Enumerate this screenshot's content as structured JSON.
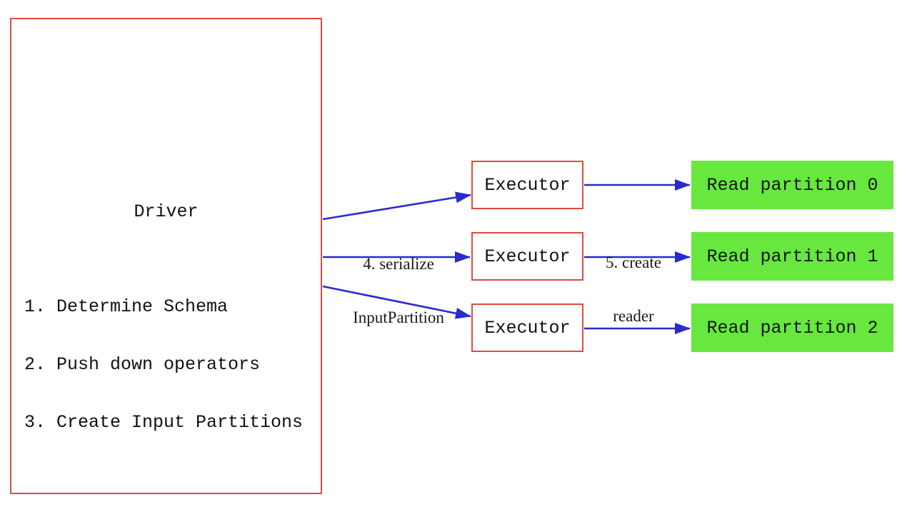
{
  "diagram": {
    "driver": {
      "title": "Driver",
      "steps": [
        "1. Determine Schema",
        "2. Push down operators",
        "3. Create Input Partitions"
      ]
    },
    "executors": [
      {
        "label": "Executor"
      },
      {
        "label": "Executor"
      },
      {
        "label": "Executor"
      }
    ],
    "partitions": [
      {
        "label": "Read partition 0"
      },
      {
        "label": "Read partition 1"
      },
      {
        "label": "Read partition 2"
      }
    ],
    "annotations": {
      "serialize": {
        "line1": "4. serialize",
        "line2": "InputPartition"
      },
      "create_reader": {
        "line1": "5. create",
        "line2": "reader"
      }
    },
    "colors": {
      "box_border_red": "#e04a41",
      "arrow_blue": "#2a2acd",
      "partition_green": "#68e83e",
      "text": "#111111",
      "background": "#ffffff"
    }
  }
}
